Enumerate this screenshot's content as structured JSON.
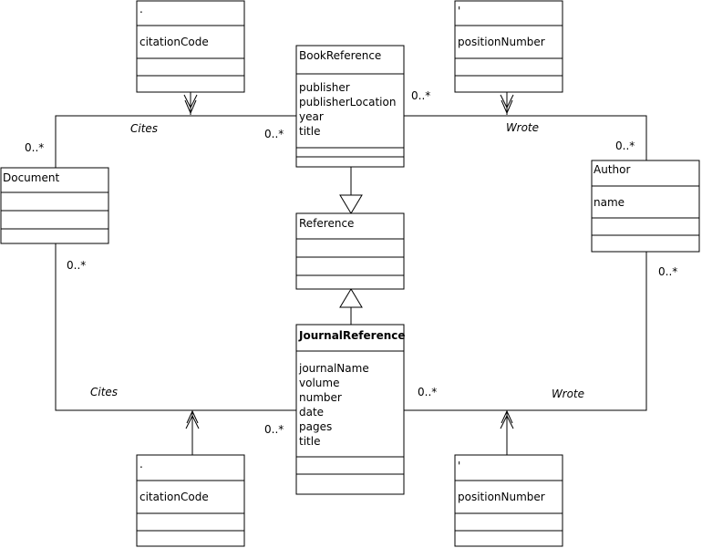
{
  "classes": {
    "book_reference": {
      "name": "BookReference",
      "attributes": [
        "publisher",
        "publisherLocation",
        "year",
        "title"
      ]
    },
    "reference": {
      "name": "Reference"
    },
    "journal_reference": {
      "name": "JournalReference",
      "attributes": [
        "journalName",
        "volume",
        "number",
        "date",
        "pages",
        "title"
      ]
    },
    "document": {
      "name": "Document"
    },
    "author": {
      "name": "Author",
      "attributes": [
        "name"
      ]
    },
    "cites_class_top": {
      "name": ".",
      "attributes": [
        "citationCode"
      ]
    },
    "cites_class_bottom": {
      "name": ".",
      "attributes": [
        "citationCode"
      ]
    },
    "wrote_class_top": {
      "name": "'",
      "attributes": [
        "positionNumber"
      ]
    },
    "wrote_class_bottom": {
      "name": "'",
      "attributes": [
        "positionNumber"
      ]
    }
  },
  "associations": {
    "cites_top": "Cites",
    "cites_bottom": "Cites",
    "wrote_top": "Wrote",
    "wrote_bottom": "Wrote"
  },
  "multiplicities": {
    "document_top": "0..*",
    "book_cites": "0..*",
    "book_wrote": "0..*",
    "author_top": "0..*",
    "document_bottom": "0..*",
    "author_bottom": "0..*",
    "journal_wrote": "0..*",
    "journal_cites": "0..*"
  }
}
